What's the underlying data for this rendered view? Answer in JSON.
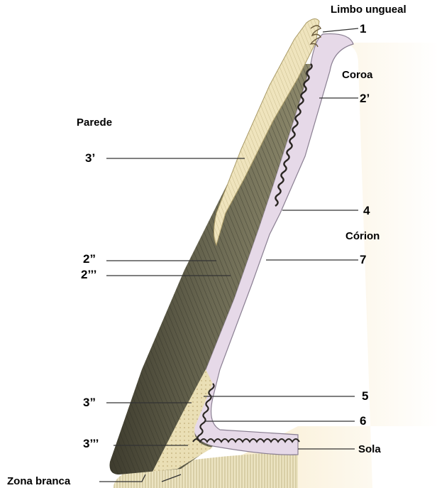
{
  "labels": {
    "limbo_ungueal": "Limbo ungueal",
    "coroa": "Coroa",
    "parede": "Parede",
    "corion": "Córion",
    "sola": "Sola",
    "zona_branca": "Zona branca",
    "n1": "1",
    "n2a": "2’",
    "n2b": "2”",
    "n2c": "2’’’",
    "n3a": "3’",
    "n3b": "3”",
    "n3c": "3’’’",
    "n4": "4",
    "n5": "5",
    "n6": "6",
    "n7": "7"
  },
  "colors": {
    "corium_background": "#f7ebcf",
    "pink_lamellar_layer": "#e8dcea",
    "dark_wall_layer": "#5b5a48",
    "cream_outer_wall": "#efe5bf",
    "sole_stripes": "#e9e1bc",
    "leader_lines": "#333333"
  }
}
